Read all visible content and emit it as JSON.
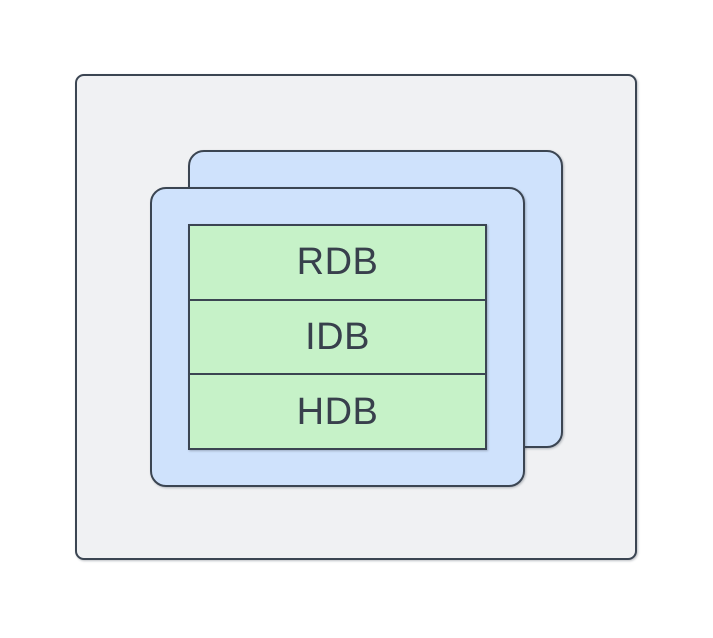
{
  "diagram": {
    "type": "nested-architecture-diagram",
    "outer_container": {
      "label": "",
      "fill": "#f0f1f3",
      "border_color": "#3b4552"
    },
    "layer_cards": [
      {
        "position": "back",
        "label": "",
        "fill": "#cfe2fc",
        "border_color": "#3b4552"
      },
      {
        "position": "front",
        "label": "",
        "fill": "#cfe2fc",
        "border_color": "#3b4552"
      }
    ],
    "stack": {
      "fill": "#c6f2c8",
      "border_color": "#3b4552",
      "text_color": "#38404c",
      "rows": [
        {
          "label": "RDB"
        },
        {
          "label": "IDB"
        },
        {
          "label": "HDB"
        }
      ]
    }
  }
}
